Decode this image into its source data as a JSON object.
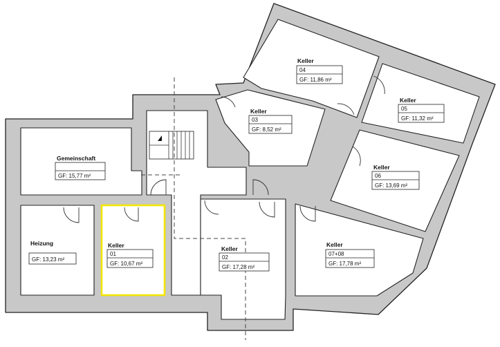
{
  "plan": {
    "highlight_color": "#f2e600",
    "rooms": [
      {
        "id": "gemeinschaft",
        "name": "Gemeinschaft",
        "number": "",
        "area": "GF: 15,77 m²",
        "highlighted": false
      },
      {
        "id": "heizung",
        "name": "Heizung",
        "number": "",
        "area": "GF: 13,23 m²",
        "highlighted": false
      },
      {
        "id": "keller-01",
        "name": "Keller",
        "number": "01",
        "area": "GF: 10,67 m²",
        "highlighted": true
      },
      {
        "id": "keller-02",
        "name": "Keller",
        "number": "02",
        "area": "GF: 17,28 m²",
        "highlighted": false
      },
      {
        "id": "keller-03",
        "name": "Keller",
        "number": "03",
        "area": "GF: 8,52 m²",
        "highlighted": false
      },
      {
        "id": "keller-04",
        "name": "Keller",
        "number": "04",
        "area": "GF: 11,86 m²",
        "highlighted": false
      },
      {
        "id": "keller-05",
        "name": "Keller",
        "number": "05",
        "area": "GF: 11,32 m²",
        "highlighted": false
      },
      {
        "id": "keller-06",
        "name": "Keller",
        "number": "06",
        "area": "GF: 13,69 m²",
        "highlighted": false
      },
      {
        "id": "keller-0708",
        "name": "Keller",
        "number": "07+08",
        "area": "GF: 17,78 m²",
        "highlighted": false
      }
    ]
  }
}
